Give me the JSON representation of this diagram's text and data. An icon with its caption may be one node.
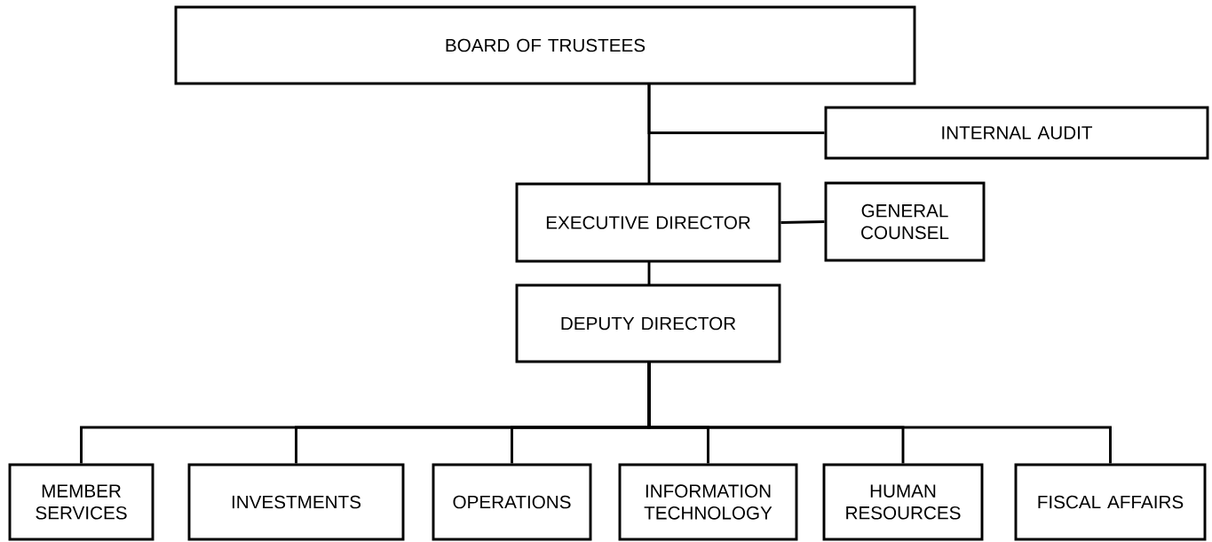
{
  "diagram": {
    "nodes": [
      {
        "text": [
          "BOARD OF TRUSTEES"
        ]
      },
      {
        "text": [
          "INTERNAL AUDIT"
        ]
      },
      {
        "text": [
          "EXECUTIVE DIRECTOR"
        ]
      },
      {
        "text": [
          "GENERAL COUNSEL"
        ]
      },
      {
        "text": [
          "DEPUTY DIRECTOR"
        ]
      },
      {
        "text": [
          "MEMBER SERVICES"
        ]
      },
      {
        "text": [
          "INVESTMENTS"
        ]
      },
      {
        "text": [
          "OPERATIONS"
        ]
      },
      {
        "text": [
          "INFORMATION TECHNOLOGY"
        ]
      },
      {
        "text": [
          "HUMAN RESOURCES"
        ]
      },
      {
        "text": [
          "FISCAL AFFAIRS"
        ]
      }
    ],
    "edges": [
      {
        "from": 0,
        "to": 2,
        "arrow": "none"
      },
      {
        "from": 0,
        "to": 1,
        "arrow": "none"
      },
      {
        "from": 2,
        "to": 3,
        "arrow": "none"
      },
      {
        "from": 2,
        "to": 4,
        "arrow": "none"
      },
      {
        "from": 4,
        "to": 5,
        "arrow": "none"
      },
      {
        "from": 4,
        "to": 6,
        "arrow": "none"
      },
      {
        "from": 4,
        "to": 7,
        "arrow": "none"
      },
      {
        "from": 4,
        "to": 8,
        "arrow": "none"
      },
      {
        "from": 4,
        "to": 9,
        "arrow": "none"
      },
      {
        "from": 4,
        "to": 10,
        "arrow": "none"
      }
    ]
  }
}
